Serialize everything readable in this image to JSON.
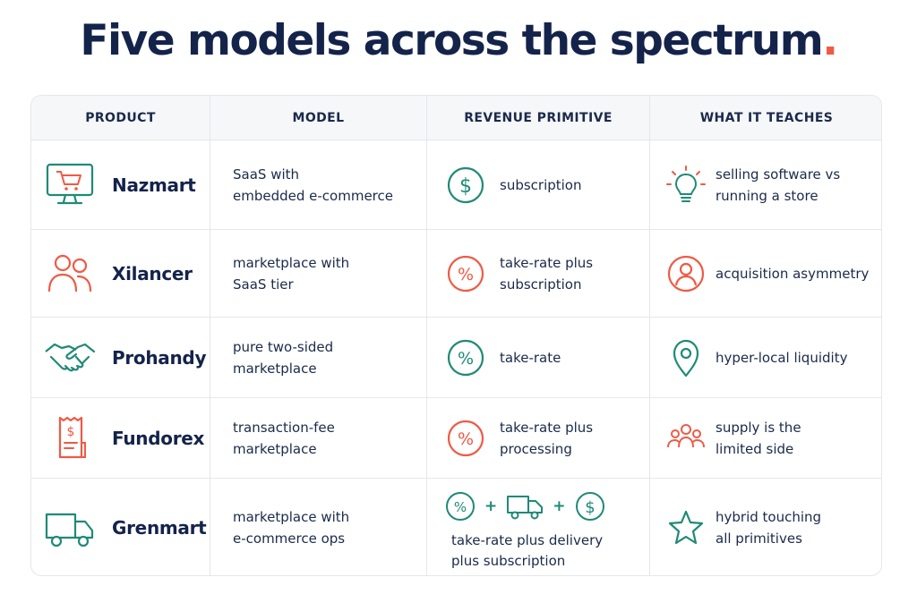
{
  "title": {
    "text": "Five models across the spectrum",
    "dot": "."
  },
  "columns": {
    "product": "PRODUCT",
    "model": "MODEL",
    "revenue": "REVENUE PRIMITIVE",
    "teaches": "WHAT IT TEACHES"
  },
  "colors": {
    "teal": "#1f8a76",
    "coral": "#ef5a45",
    "navy": "#14234a"
  },
  "rows": [
    {
      "product": "Nazmart",
      "product_icon": "shopping-cart-monitor-icon",
      "model_line1": "SaaS with",
      "model_line2": "embedded e-commerce",
      "revenue_icon": "dollar-circle-icon",
      "revenue_line1": "subscription",
      "revenue_line2": "",
      "teach_icon": "lightbulb-icon",
      "teach_line1": "selling software vs",
      "teach_line2": "running a store"
    },
    {
      "product": "Xilancer",
      "product_icon": "users-icon",
      "model_line1": "marketplace with",
      "model_line2": "SaaS tier",
      "revenue_icon": "percent-circle-icon",
      "revenue_line1": "take-rate plus",
      "revenue_line2": "subscription",
      "teach_icon": "user-circle-icon",
      "teach_line1": "acquisition asymmetry",
      "teach_line2": ""
    },
    {
      "product": "Prohandy",
      "product_icon": "handshake-icon",
      "model_line1": "pure two-sided",
      "model_line2": "marketplace",
      "revenue_icon": "percent-circle-icon",
      "revenue_line1": "take-rate",
      "revenue_line2": "",
      "teach_icon": "map-pin-icon",
      "teach_line1": "hyper-local liquidity",
      "teach_line2": ""
    },
    {
      "product": "Fundorex",
      "product_icon": "receipt-dollar-icon",
      "model_line1": "transaction-fee",
      "model_line2": "marketplace",
      "revenue_icon": "percent-circle-icon",
      "revenue_line1": "take-rate plus",
      "revenue_line2": "processing",
      "teach_icon": "group-icon",
      "teach_line1": "supply is the",
      "teach_line2": "limited side"
    },
    {
      "product": "Grenmart",
      "product_icon": "delivery-truck-icon",
      "model_line1": "marketplace with",
      "model_line2": "e-commerce ops",
      "revenue_combo": {
        "plus1": "+",
        "plus2": "+"
      },
      "revenue_line1": "take-rate plus delivery",
      "revenue_line2": "plus subscription",
      "teach_icon": "star-icon",
      "teach_line1": "hybrid touching",
      "teach_line2": "all primitives"
    }
  ]
}
